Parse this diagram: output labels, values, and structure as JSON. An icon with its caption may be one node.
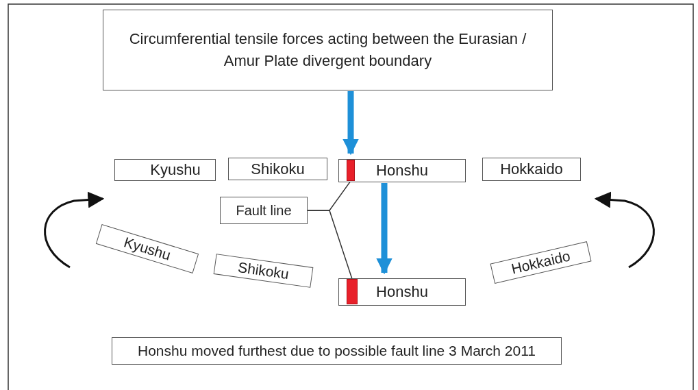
{
  "diagram": {
    "nodes": [
      {
        "text": [
          "Circumferential tensile forces acting between the Eurasian / Amur Plate divergent boundary"
        ]
      },
      {
        "text": [
          "Kyushu"
        ]
      },
      {
        "text": [
          "Shikoku"
        ]
      },
      {
        "text": [
          "Honshu"
        ]
      },
      {
        "text": [],
        "shape": "bar",
        "in": 3
      },
      {
        "text": [
          "Hokkaido"
        ]
      },
      {
        "text": [
          "Fault line"
        ]
      },
      {
        "text": [
          "Kyushu"
        ]
      },
      {
        "text": [
          "Shikoku"
        ]
      },
      {
        "text": [
          "Hokkaido"
        ]
      },
      {
        "text": [
          "Honshu"
        ]
      },
      {
        "text": [],
        "shape": "bar",
        "in": 10
      },
      {
        "text": [
          "Honshu moved furthest due to possible fault line  3 March 2011"
        ]
      }
    ],
    "edges": [
      {
        "from": 0,
        "to": 3,
        "arrow": "to",
        "style": "thick",
        "color": "#1e90d8"
      },
      {
        "from": 3,
        "to": 10,
        "arrow": "to",
        "style": "thick",
        "color": "#1e90d8"
      },
      {
        "from": 6,
        "to": 4,
        "arrow": "none",
        "color": "#333333"
      },
      {
        "from": 6,
        "to": 11,
        "arrow": "none",
        "color": "#333333"
      }
    ]
  }
}
